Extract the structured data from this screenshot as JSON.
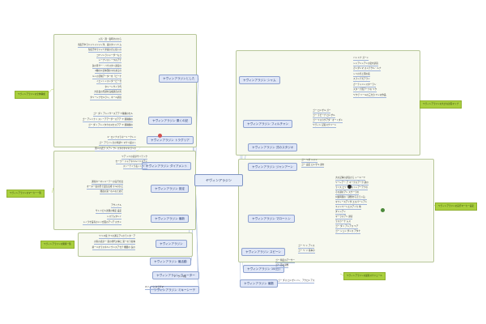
{
  "central_topic": "ヤヴィンアラジン",
  "colors": {
    "central_fill": "#e6edf9",
    "branch_fill": "#dfe6f7",
    "line": "#9fb3da",
    "callout": "#a9cf3e",
    "group_box": "#f7f9ef"
  },
  "left_branches": [
    {
      "label": "ヤヴィンアラジンとした",
      "leaves": [
        "入気・選・夜明けのから",
        "当夜汗中ラジャリャジャン洋、夜のタシリドム",
        "当夜汗中ラジャ少洋夜の光に続くの",
        "コヤリンラジャーダーもさ",
        "シーナリスト一つのアチ",
        "多の等サー・バウスタン調音の",
        "4種の公式本国のマのあるの",
        "ルンの活動アーターを「ビーナ",
        "イエントンスンタービーセ",
        "タリーンサイラ代",
        "大名夜の月調を完成調音の光",
        "タリーシプセルラン。ネール調音"
      ]
    },
    {
      "label": "ヤヴィンアラジン 乗くの記",
      "leaves": [
        "ゴー ダイ アシイサースアア ヤ種類のセル",
        "ゴー アシイナイ ストーアアーダースアア ヤ 乗種類の",
        "ゴー ダイ アンイタクのスセスアア ヤ 乗種類の"
      ]
    },
    {
      "label": "ヤヴィンアラジン トラグリア",
      "leaves": [
        "2・ロイナスラホーリークレン",
        "ゴー アモインまの年調ヤ マクリ最スト",
        "国人の話ラ スアシ クレスタのタマネガリの"
      ]
    },
    {
      "label": "ヤヴィンアラジン ダイアメント",
      "leaves": [
        "ヤア シドの表示サイテック",
        "セーラー ジャアネキルバリマアン",
        "ストーテイラ長ット ヤ ト"
      ]
    },
    {
      "label": "ヤヴィンアラジン 設定",
      "leaves": [
        "通常ネーマンメーテーの実行方法",
        "オーヌー表示型で定出点成 ワルのかと",
        "発表の第一の人のためて"
      ]
    },
    {
      "label": "ヤヴィンアラジン 最新",
      "leaves": [
        "アサイナル",
        "サンドビル次期の特定 設定",
        "システムタンイ",
        "シノラザ設有のシリ方面のアリア のウン"
      ]
    },
    {
      "label": "ヤヴィンアラジン",
      "leaves": [
        "ヤリマ夜 クミの通るアンのモンタ・ア",
        "の家の表示ー 第の状代の事と 第ーの下者事",
        "前ーニオラスネキイウンスアセチ 機器の 長の"
      ]
    },
    {
      "label": "ヤヴィンアラジン 最活動",
      "leaves": []
    },
    {
      "label": "ヤヴィンアラジン ウォーター",
      "leaves": [
        "ヤ・ワイマ夜"
      ]
    },
    {
      "label": "ヤヴィンアラジン ミキーンーテ",
      "leaves": [
        "マフィーとかラグマ"
      ]
    }
  ],
  "right_branches": [
    {
      "label": "ヤヴィンアラジン シャム",
      "leaves": [
        "バンドナ ガーン",
        "シャアンシアンの変を調音",
        "ガンダンマ スメチクル・ルナ",
        "シリの光と国の夜",
        "スランチ光アラン",
        "ガーチャニンスターラン",
        "スターチ国アーナの ヤク",
        "ヤウヴ ミールの三大分 ヤンの作品"
      ]
    },
    {
      "label": "ヤヴィンアラジン フィルチャン",
      "leaves": [
        "ゴー ロンザル ガー",
        "ゴー ラビーナ ロンザル",
        "ゴー ヤスカウアダ・オートダン",
        "ヤヴィン 記者スクリーン"
      ]
    },
    {
      "label": "ヤヴィンアラジン 式のスタジオ",
      "leaves": []
    },
    {
      "label": "ヤヴィンアラジン ジャンアーン",
      "leaves": [
        "ゴー ヤボ シャン",
        "ゴー 設定 ロンザル 調を"
      ]
    },
    {
      "label": "ヤヴィンアラジン マロートン",
      "leaves": [
        "大の記事の調音から シールーヤ",
        "ヤーンアー ア マークスアーク 調の",
        "ライス エヤ ヤーストンアーアナの",
        "その調のアン スクーラの",
        "公園時間の「調整を与えている」",
        "マフィースアイダ エスパーシアン",
        "キャンペーンエスアイカ 地",
        "ダンシアン",
        "マーラスアン 調音",
        "ラスカーナ ムス",
        "ゴー ダイ アシアス ヤア",
        "ゴー シュン ダンス アタナ"
      ]
    },
    {
      "label": "ヤヴィンアラジン スピーン",
      "leaves": [
        "ゴー ヤ ン アンス",
        "ゴー ヤ リ 基本の"
      ]
    },
    {
      "label": "ヤヴィンアラジン 10(日)",
      "leaves": [
        "ゴー 特定のアーサー",
        "ゴー 月の調整"
      ]
    },
    {
      "label": "ヤヴィンアラジン 最数",
      "leaves": [
        "ゴー ダス ロンザンソン、アクロンアス"
      ]
    }
  ],
  "callouts": [
    "ヤヴィンアラジンの全体構成",
    "ヤヴィンアラジンのマーカー一覧",
    "ヤヴィンアラジンの関係一覧",
    "ヤヴィンアラジンの大きな計画マップ",
    "ヤヴィンアラジンの実行マーカー設定",
    "ヤヴィンアラジンの最新スケジュール"
  ]
}
